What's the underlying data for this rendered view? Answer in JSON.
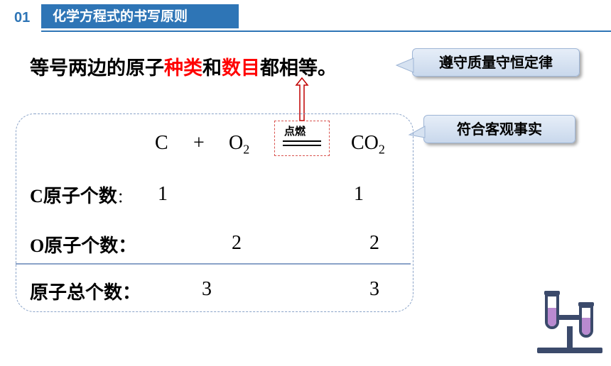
{
  "header": {
    "number": "01",
    "title": "化学方程式的书写原则"
  },
  "headline": {
    "part1": "等号两边的原子",
    "red1": "种类",
    "part2": "和",
    "red2": "数目",
    "part3": "都相等。"
  },
  "callouts": {
    "conservation": "遵守质量守恒定律",
    "fact": "符合客观事实"
  },
  "equation": {
    "reactant1": "C",
    "plus": "+",
    "reactant2": "O",
    "reactant2_sub": "2",
    "condition": "点燃",
    "product": "CO",
    "product_sub": "2"
  },
  "rows": [
    {
      "label_latin": "C",
      "label": "原子个数",
      "colon": "：",
      "left_value": "1",
      "right_value": "1"
    },
    {
      "label_latin": "O",
      "label": "原子个数",
      "colon": "：",
      "left_value": "2",
      "right_value": "2"
    },
    {
      "label_latin": "",
      "label": "原子总个数",
      "colon": "：",
      "left_value": "3",
      "right_value": "3"
    }
  ],
  "colors": {
    "accent": "#2e75b6",
    "highlight": "#ff0000",
    "arrow": "#c00000"
  },
  "icons": {
    "decoration": "lab-test-tubes-icon"
  }
}
